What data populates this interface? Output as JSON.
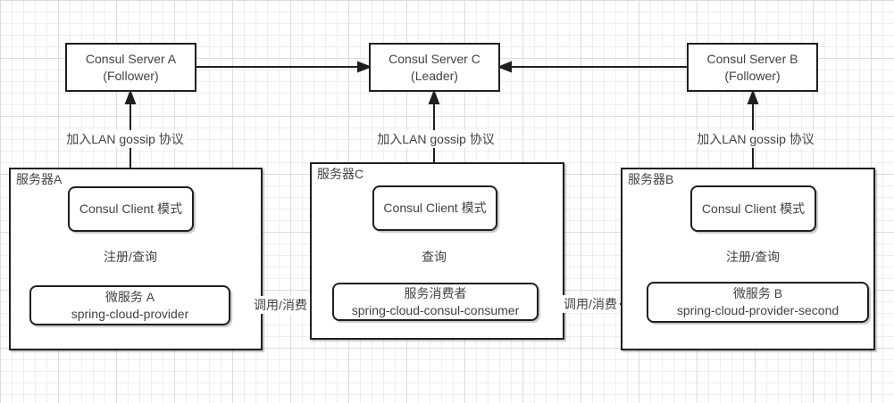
{
  "diagram": {
    "servers": [
      {
        "name": "Consul Server A",
        "role": "(Follower)"
      },
      {
        "name": "Consul Server C",
        "role": "(Leader)"
      },
      {
        "name": "Consul Server B",
        "role": "(Follower)"
      }
    ],
    "hosts": [
      {
        "label": "服务器A",
        "client": "Consul Client 模式",
        "service_name": "微服务 A",
        "service_artifact": "spring-cloud-provider"
      },
      {
        "label": "服务器C",
        "client": "Consul Client 模式",
        "service_name": "服务消费者",
        "service_artifact": "spring-cloud-consul-consumer"
      },
      {
        "label": "服务器B",
        "client": "Consul Client 模式",
        "service_name": "微服务 B",
        "service_artifact": "spring-cloud-provider-second"
      }
    ],
    "edge_labels": {
      "gossip_a": "加入LAN gossip 协议",
      "gossip_c": "加入LAN gossip 协议",
      "gossip_b": "加入LAN gossip 协议",
      "register_a": "注册/查询",
      "query_c": "查询",
      "register_b": "注册/查询",
      "call_left": "调用/消费",
      "call_right": "调用/消费"
    },
    "colors": {
      "stroke": "#1f1f1f",
      "text": "#424242",
      "background": "#ffffff",
      "grid_minor": "#efefef",
      "grid_major": "#dddddd"
    }
  }
}
